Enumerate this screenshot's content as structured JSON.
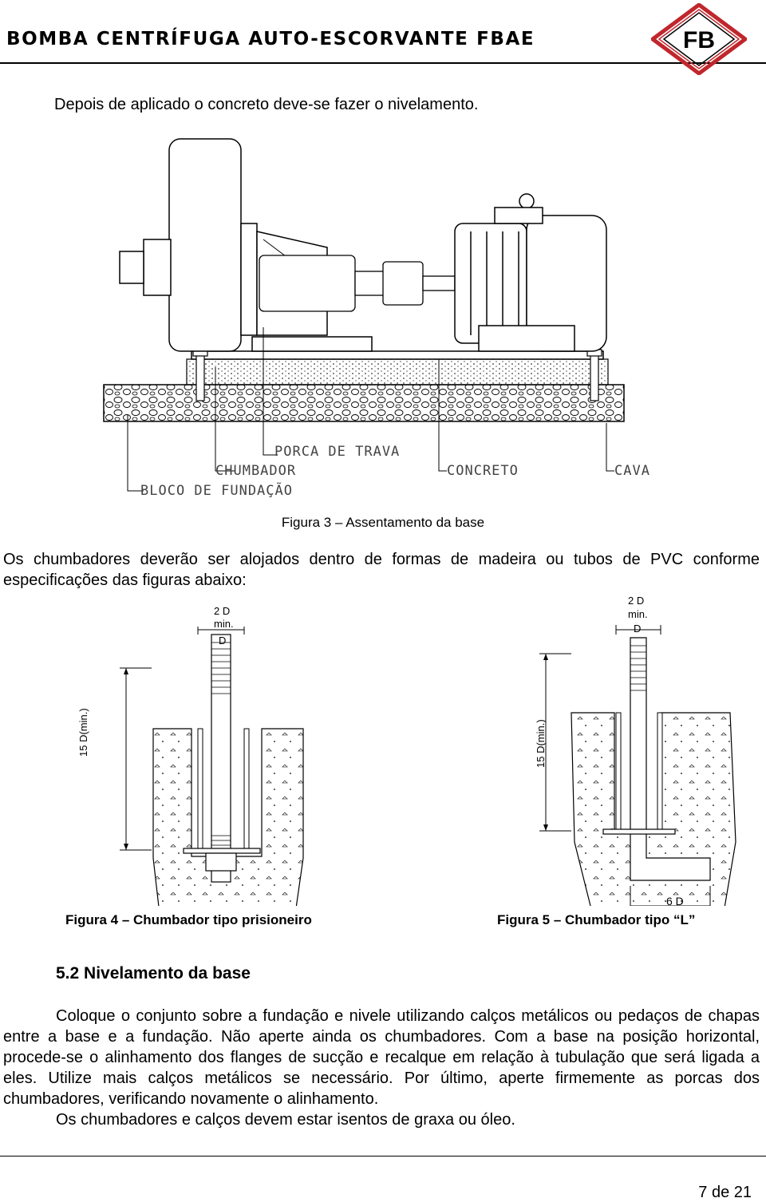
{
  "header": {
    "title": "BOMBA CENTRÍFUGA AUTO-ESCORVANTE FBAE",
    "logo_text": "FB"
  },
  "intro": "Depois de aplicado o concreto deve-se fazer o nivelamento.",
  "figure3": {
    "labels": {
      "porca": "PORCA DE TRAVA",
      "chumbador": "CHUMBADOR",
      "bloco": "BLOCO DE FUNDAÇÃO",
      "concreto": "CONCRETO",
      "cava": "CAVA"
    },
    "caption": "Figura 3 – Assentamento da base"
  },
  "para1": "Os chumbadores deverão ser alojados dentro de formas de madeira ou tubos de PVC conforme especificações das figuras abaixo:",
  "figure4": {
    "dim_top_1": "2 D",
    "dim_top_2": "min.",
    "dim_top_3": "D",
    "dim_side": "15 D(min.)",
    "caption": "Figura 4 – Chumbador tipo prisioneiro"
  },
  "figure5": {
    "dim_top_1": "2 D",
    "dim_top_2": "min.",
    "dim_top_3": "D",
    "dim_side": "15 D(min.)",
    "dim_bottom": "6 D",
    "caption": "Figura 5 – Chumbador tipo “L”"
  },
  "section": {
    "title": "5.2 Nivelamento da base"
  },
  "para2": "Coloque o conjunto sobre a fundação e nivele utilizando calços metálicos ou pedaços de chapas entre a base e a fundação. Não aperte ainda os chumbadores. Com a base na posição horizontal, procede-se o alinhamento dos flanges de sucção e recalque em relação à tubulação que será ligada a eles. Utilize mais calços metálicos se necessário. Por último, aperte firmemente as porcas dos chumbadores, verificando novamente o alinhamento.",
  "para2_last": "Os chumbadores e calços devem estar isentos de graxa ou óleo.",
  "footer": {
    "page": "7 de 21"
  },
  "colors": {
    "logo_red": "#c0272d",
    "ink": "#000000"
  }
}
